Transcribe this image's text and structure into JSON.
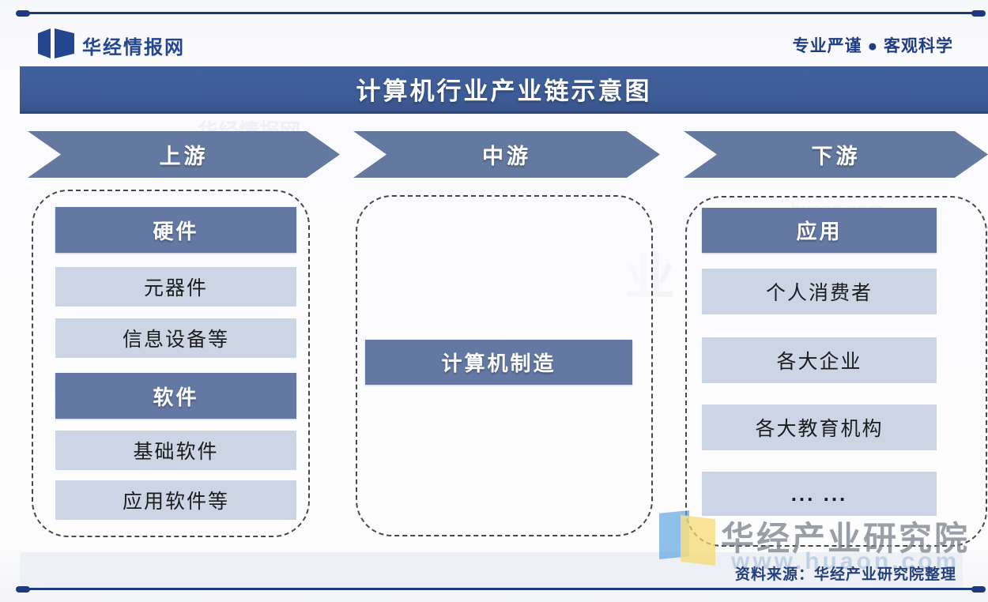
{
  "header": {
    "brand": "华经情报网",
    "slogan": "专业严谨 ● 客观科学"
  },
  "title": "计算机行业产业链示意图",
  "stages": [
    {
      "label": "上游"
    },
    {
      "label": "中游"
    },
    {
      "label": "下游"
    }
  ],
  "upstream": {
    "groups": [
      {
        "header": "硬件",
        "items": [
          "元器件",
          "信息设备等"
        ]
      },
      {
        "header": "软件",
        "items": [
          "基础软件",
          "应用软件等"
        ]
      }
    ]
  },
  "midstream": {
    "box": "计算机制造"
  },
  "downstream": {
    "header": "应用",
    "items": [
      "个人消费者",
      "各大企业",
      "各大教育机构",
      "... ..."
    ]
  },
  "footer": {
    "watermark_name": "华经产业研究院",
    "watermark_url": "www.huaon.com",
    "source": "资料来源：华经产业研究院整理"
  },
  "background_watermarks": {
    "brand_faint": "华经情报网",
    "url_faint": "huaon.com",
    "char_faint": "业"
  },
  "colors": {
    "navy_line": "#1e3a7c",
    "brand_blue": "#24468e",
    "banner_blue": "#3d5c96",
    "arrow_blue": "#64799f",
    "dark_box": "#6379a4",
    "light_box": "#cbd5e3",
    "watermark_gray": "#7e858e",
    "watermark_blue": "#5fa3e3",
    "watermark_yellow": "#f6d96f"
  }
}
